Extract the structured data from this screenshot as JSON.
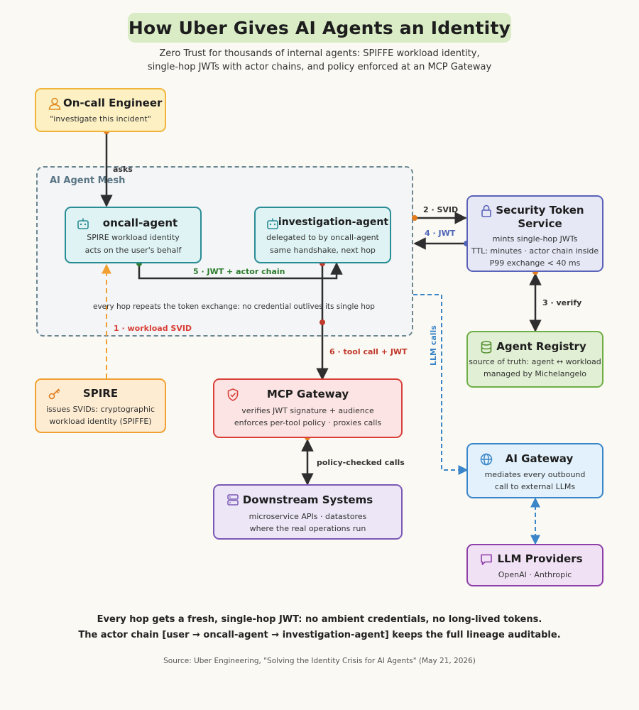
{
  "title": "How Uber Gives AI Agents an Identity",
  "subtitle": {
    "line1": "Zero Trust for thousands of internal agents: SPIFFE workload identity,",
    "line2": "single-hop JWTs with actor chains, and policy enforced at an MCP Gateway"
  },
  "mesh_label": "AI Agent Mesh",
  "nodes": {
    "oncall_engineer": {
      "title": "On-call Engineer",
      "desc1": "\"investigate this incident\"",
      "icon": "person-icon"
    },
    "oncall_agent": {
      "title": "oncall-agent",
      "desc1": "SPIRE workload identity",
      "desc2": "acts on the user's behalf",
      "icon": "robot-icon"
    },
    "investigation_agent": {
      "title": "investigation-agent",
      "desc1": "delegated to by oncall-agent",
      "desc2": "same handshake, next hop",
      "icon": "robot-icon"
    },
    "sts": {
      "title1": "Security Token",
      "title2": "Service",
      "desc1": "mints single-hop JWTs",
      "desc2": "TTL: minutes · actor chain inside",
      "desc3": "P99 exchange < 40 ms",
      "icon": "lock-icon"
    },
    "registry": {
      "title": "Agent Registry",
      "desc1": "source of truth: agent ↔ workload",
      "desc2": "managed by Michelangelo",
      "icon": "database-icon"
    },
    "spire": {
      "title": "SPIRE",
      "desc1": "issues SVIDs: cryptographic",
      "desc2": "workload identity (SPIFFE)",
      "icon": "key-icon"
    },
    "mcp": {
      "title": "MCP Gateway",
      "desc1": "verifies JWT signature + audience",
      "desc2": "enforces per-tool policy · proxies calls",
      "icon": "shield-icon"
    },
    "ai_gateway": {
      "title": "AI Gateway",
      "desc1": "mediates every outbound",
      "desc2": "call to external LLMs",
      "icon": "globe-icon"
    },
    "downstream": {
      "title": "Downstream Systems",
      "desc1": "microservice APIs · datastores",
      "desc2": "where the real operations run",
      "icon": "server-icon"
    },
    "llm": {
      "title": "LLM Providers",
      "desc1": "OpenAI · Anthropic",
      "icon": "chat-icon"
    }
  },
  "edges": {
    "asks": "asks",
    "svid_issue": "1 · workload SVID",
    "to_sts": "2 · SVID",
    "verify": "3 · verify",
    "jwt_back": "4 · JWT",
    "jwt_actor": "5 · JWT + actor chain",
    "tool_call": "6 · tool call + JWT",
    "policy": "policy-checked calls",
    "llm_calls": "LLM calls"
  },
  "mesh_note": "every hop repeats the token exchange: no credential outlives its single hop",
  "footer": {
    "line1": "Every hop gets a fresh, single-hop JWT: no ambient credentials, no long-lived tokens.",
    "line2": "The actor chain [user → oncall-agent → investigation-agent] keeps the full lineage auditable."
  },
  "source": "Source: Uber Engineering, \"Solving the Identity Crisis for AI Agents\" (May 21, 2026)",
  "colors": {
    "orange": "#f0a030",
    "teal": "#2a8c95",
    "indigo": "#5b63b8",
    "green": "#6fae45",
    "red": "#d9413a",
    "blue": "#3a86c8",
    "purple": "#7b59b6",
    "magenta": "#8e3fa8"
  }
}
